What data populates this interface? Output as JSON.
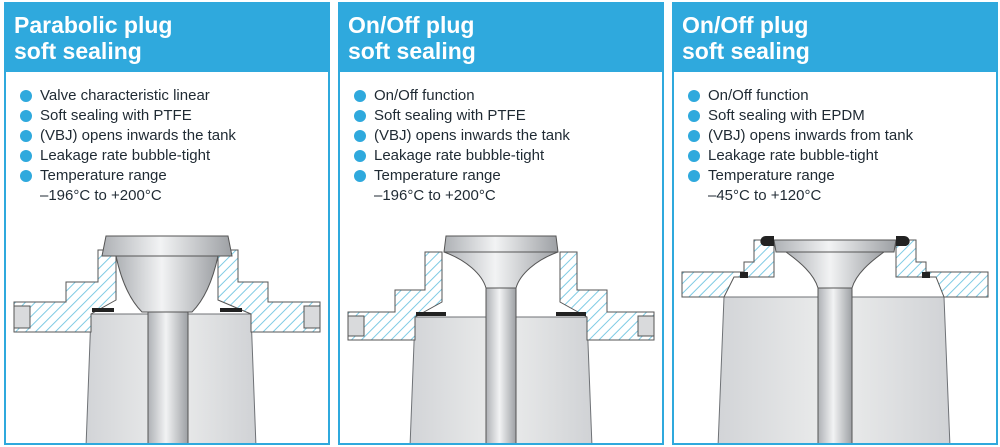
{
  "panels": [
    {
      "title_line1": "Parabolic plug",
      "title_line2": "soft sealing",
      "bullets": [
        {
          "text": "Valve characteristic linear"
        },
        {
          "text": "Soft sealing with PTFE"
        },
        {
          "text": "(VBJ) opens inwards the tank"
        },
        {
          "text": "Leakage rate bubble-tight"
        },
        {
          "text": "Temperature range",
          "text2": "–196°C to +200°C"
        }
      ]
    },
    {
      "title_line1": "On/Off plug",
      "title_line2": "soft sealing",
      "bullets": [
        {
          "text": "On/Off function"
        },
        {
          "text": "Soft sealing with PTFE"
        },
        {
          "text": "(VBJ) opens inwards the tank"
        },
        {
          "text": "Leakage rate bubble-tight"
        },
        {
          "text": "Temperature range",
          "text2": "–196°C to +200°C"
        }
      ]
    },
    {
      "title_line1": "On/Off plug",
      "title_line2": "soft sealing",
      "bullets": [
        {
          "text": "On/Off function"
        },
        {
          "text": "Soft sealing with EPDM"
        },
        {
          "text": "(VBJ) opens inwards from tank"
        },
        {
          "text": "Leakage rate bubble-tight"
        },
        {
          "text": "Temperature range",
          "text2": "–45°C to +120°C"
        }
      ]
    }
  ],
  "colors": {
    "accent": "#2fa9dd",
    "hatch": "#7fcbe4",
    "steel_light": "#e3e4e6",
    "steel_mid": "#c4c6c9",
    "steel_dark": "#8c8f93",
    "seal": "#222222"
  }
}
